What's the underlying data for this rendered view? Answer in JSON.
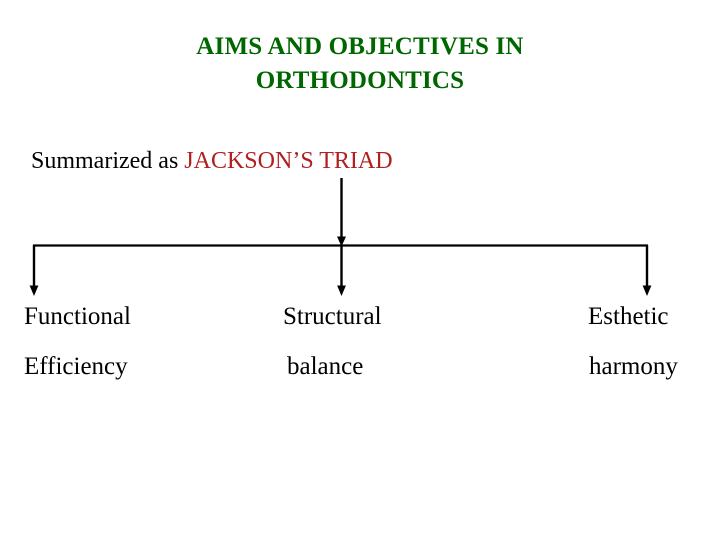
{
  "slide": {
    "background_color": "#ffffff",
    "title": "AIMS AND OBJECTIVES IN\nORTHODONTICS",
    "title_color": "#006600",
    "subtitle": {
      "lead_text": "Summarized as ",
      "emphasis_text": "JACKSON’S TRIAD",
      "lead_color": "#000000",
      "emphasis_color": "#B02020"
    },
    "diagram": {
      "line_color": "#000000",
      "stem_label": "vertical-stem-arrow",
      "connector_label": "horizontal-connector",
      "branches": [
        {
          "name": "branch-left",
          "arrow": "down-arrow"
        },
        {
          "name": "branch-center",
          "arrow": "down-arrow"
        },
        {
          "name": "branch-right",
          "arrow": "down-arrow"
        }
      ]
    },
    "columns": [
      {
        "primary": "Functional",
        "secondary": "Efficiency"
      },
      {
        "primary": "Structural",
        "secondary": "balance"
      },
      {
        "primary": "Esthetic",
        "secondary": "harmony"
      }
    ]
  }
}
